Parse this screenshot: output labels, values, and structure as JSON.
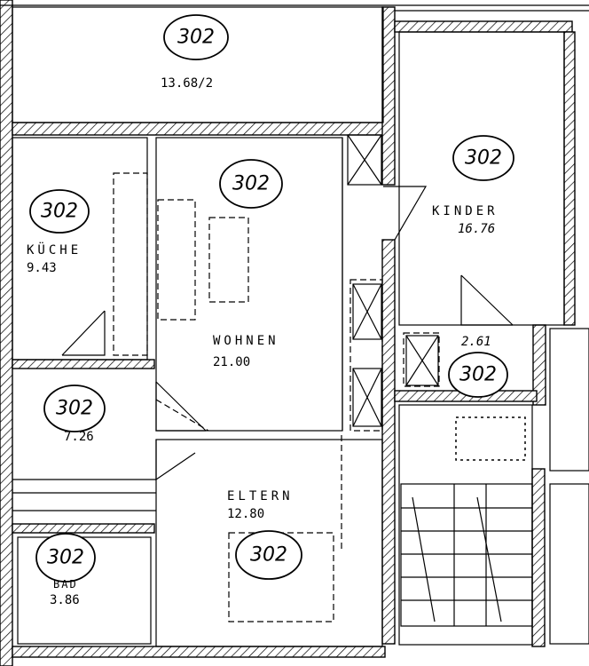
{
  "stamp": "302",
  "rooms": {
    "balcony_area": "13.68/2",
    "kueche": {
      "name": "KÜCHE",
      "area": "9.43"
    },
    "wohnen": {
      "name": "WOHNEN",
      "area": "21.00"
    },
    "kinder": {
      "name": "KINDER",
      "area": "16.76"
    },
    "flur_area": "7.26",
    "small_area": "2.61",
    "eltern": {
      "name": "ELTERN",
      "area": "12.80"
    },
    "bad": {
      "name": "BAD",
      "area": "3.86"
    }
  }
}
